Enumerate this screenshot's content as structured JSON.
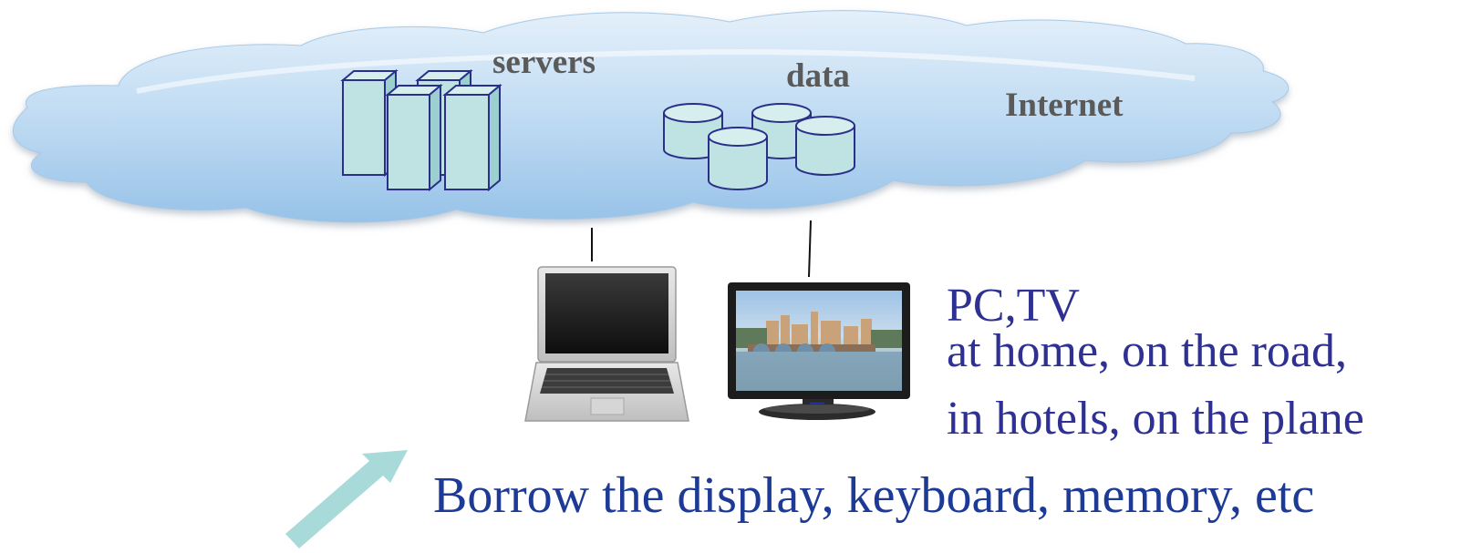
{
  "cloud": {
    "label_servers": "servers",
    "label_data": "data",
    "label_internet": "Internet"
  },
  "devices": {
    "line1": "PC,TV",
    "line2": "at home, on the road,",
    "line3": "in hotels, on the plane"
  },
  "caption": "Borrow the display, keyboard, memory, etc",
  "colors": {
    "cloud_light": "#dcebf8",
    "cloud_mid": "#b9d8f2",
    "cloud_dark": "#93bfe6",
    "box_fill": "#bfe3e3",
    "box_stroke": "#2a2f8a",
    "device_text": "#2e3192",
    "caption_text": "#1c3a96",
    "arrow": "#a8dada"
  },
  "icons": [
    "cloud-icon",
    "server-icon",
    "database-icon",
    "laptop-icon",
    "tv-monitor-icon",
    "arrow-icon"
  ]
}
